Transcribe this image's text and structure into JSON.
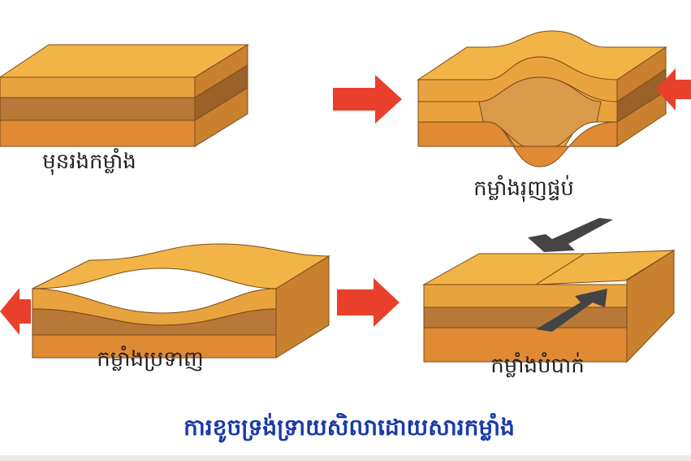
{
  "labels": {
    "before": "មុនរងកម្លាំង",
    "compression": "កម្លាំងរុញផ្ទប់",
    "tension": "កម្លាំងប្រទាញ",
    "shear": "កម្លាំងបំបាក់"
  },
  "title": "ការខូចទ្រង់ទ្រាយសិលាដោយសារកម្លាំង",
  "colors": {
    "top": "#f2b447",
    "mid": "#b87838",
    "bottom": "#e08a34",
    "side": "#c9812f",
    "arrow_red": "#e8402a",
    "arrow_dark": "#444444",
    "title": "#1a3aa8"
  }
}
